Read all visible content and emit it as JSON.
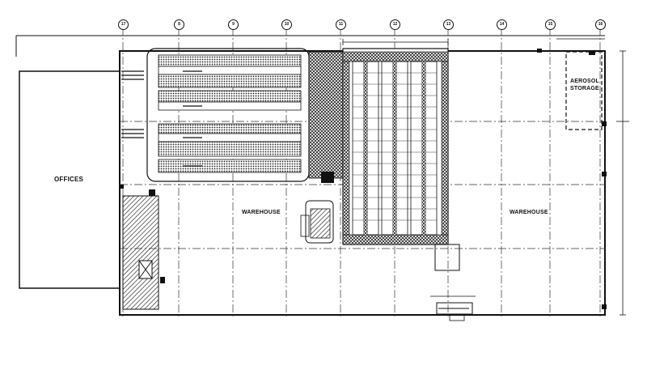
{
  "rooms": {
    "offices": "OFFICES",
    "warehouse_left": "WAREHOUSE",
    "warehouse_right": "WAREHOUSE",
    "aerosol_line1": "AEROSOL",
    "aerosol_line2": "STORAGE"
  },
  "grid_bubbles": [
    "17",
    "8",
    "9",
    "10",
    "11",
    "12",
    "13",
    "14",
    "15",
    "16"
  ],
  "colors": {
    "line": "#111111",
    "background": "#ffffff",
    "hatch": "#222222"
  }
}
